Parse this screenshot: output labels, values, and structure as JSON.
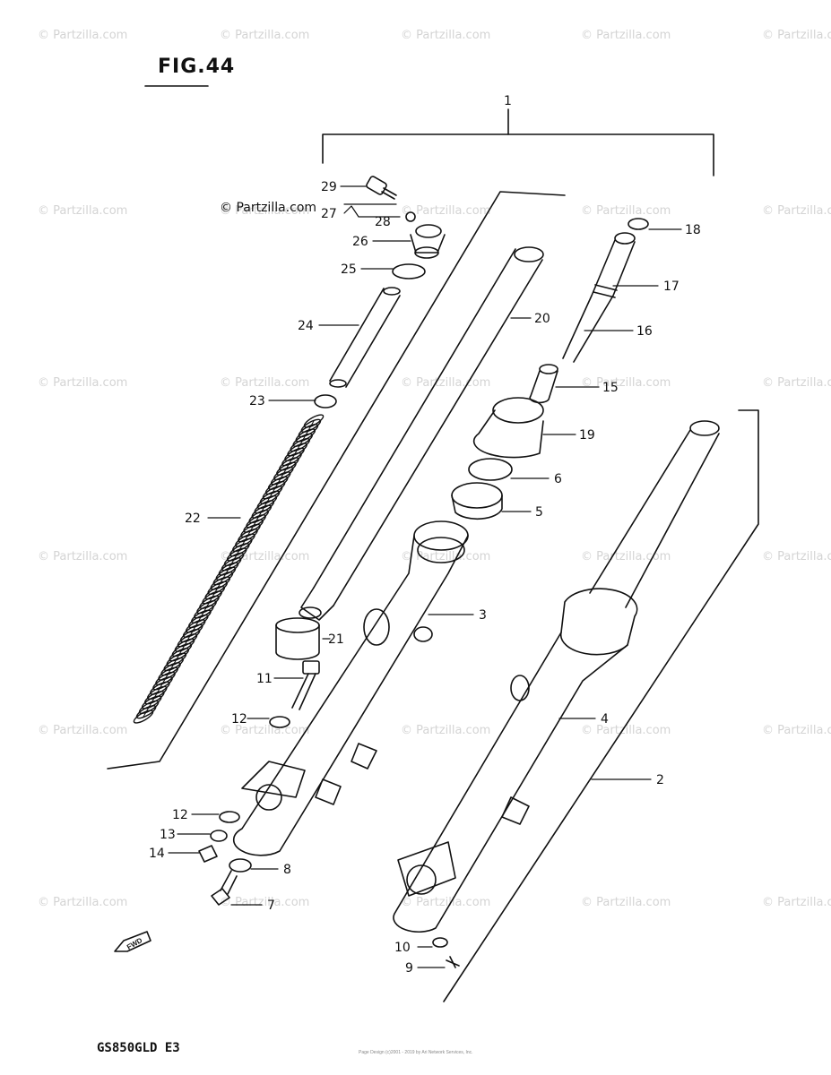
{
  "figure": {
    "title": "FIG.44",
    "model": "GS850GLD  E3",
    "watermark": "© Partzilla.com",
    "copyright_label": "© Partzilla.com",
    "fwd_label": "FWD",
    "credit": "Page Design (c)2001 - 2019 by Ari Network Services, Inc."
  },
  "callouts": [
    {
      "id": "c1",
      "label": "1"
    },
    {
      "id": "c2",
      "label": "2"
    },
    {
      "id": "c3",
      "label": "3"
    },
    {
      "id": "c4",
      "label": "4"
    },
    {
      "id": "c5",
      "label": "5"
    },
    {
      "id": "c6",
      "label": "6"
    },
    {
      "id": "c7",
      "label": "7"
    },
    {
      "id": "c8",
      "label": "8"
    },
    {
      "id": "c9",
      "label": "9"
    },
    {
      "id": "c10",
      "label": "10"
    },
    {
      "id": "c11",
      "label": "11"
    },
    {
      "id": "c12a",
      "label": "12"
    },
    {
      "id": "c12b",
      "label": "12"
    },
    {
      "id": "c13",
      "label": "13"
    },
    {
      "id": "c14",
      "label": "14"
    },
    {
      "id": "c15",
      "label": "15"
    },
    {
      "id": "c16",
      "label": "16"
    },
    {
      "id": "c17",
      "label": "17"
    },
    {
      "id": "c18",
      "label": "18"
    },
    {
      "id": "c19",
      "label": "19"
    },
    {
      "id": "c20",
      "label": "20"
    },
    {
      "id": "c21",
      "label": "21"
    },
    {
      "id": "c22",
      "label": "22"
    },
    {
      "id": "c23",
      "label": "23"
    },
    {
      "id": "c24",
      "label": "24"
    },
    {
      "id": "c25",
      "label": "25"
    },
    {
      "id": "c26",
      "label": "26"
    },
    {
      "id": "c27",
      "label": "27"
    },
    {
      "id": "c28",
      "label": "28"
    },
    {
      "id": "c29",
      "label": "29"
    }
  ]
}
